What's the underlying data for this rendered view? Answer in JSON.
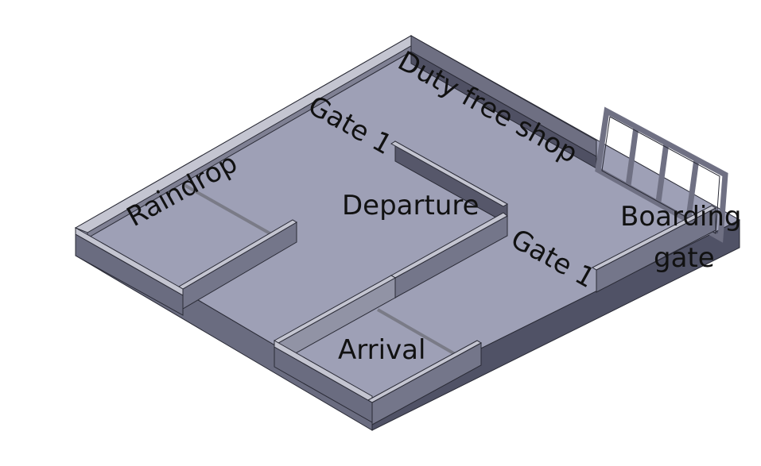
{
  "diagram": {
    "colors": {
      "background": "#ffffff",
      "floor": "#9ea0b6",
      "floor_side": "#55576a",
      "wall_top": "#c4c5d1",
      "wall_face": "#777889",
      "wall_dark": "#56576a",
      "edge": "#2a2b36",
      "text": "#111111"
    },
    "labels": {
      "duty_free": "Duty free shop",
      "gate_top": "Gate 1",
      "raindrop": "Raindrop",
      "departure": "Departure",
      "gate_right": "Gate 1",
      "boarding_line1": "Boarding",
      "boarding_line2": "gate",
      "arrival": "Arrival"
    }
  }
}
